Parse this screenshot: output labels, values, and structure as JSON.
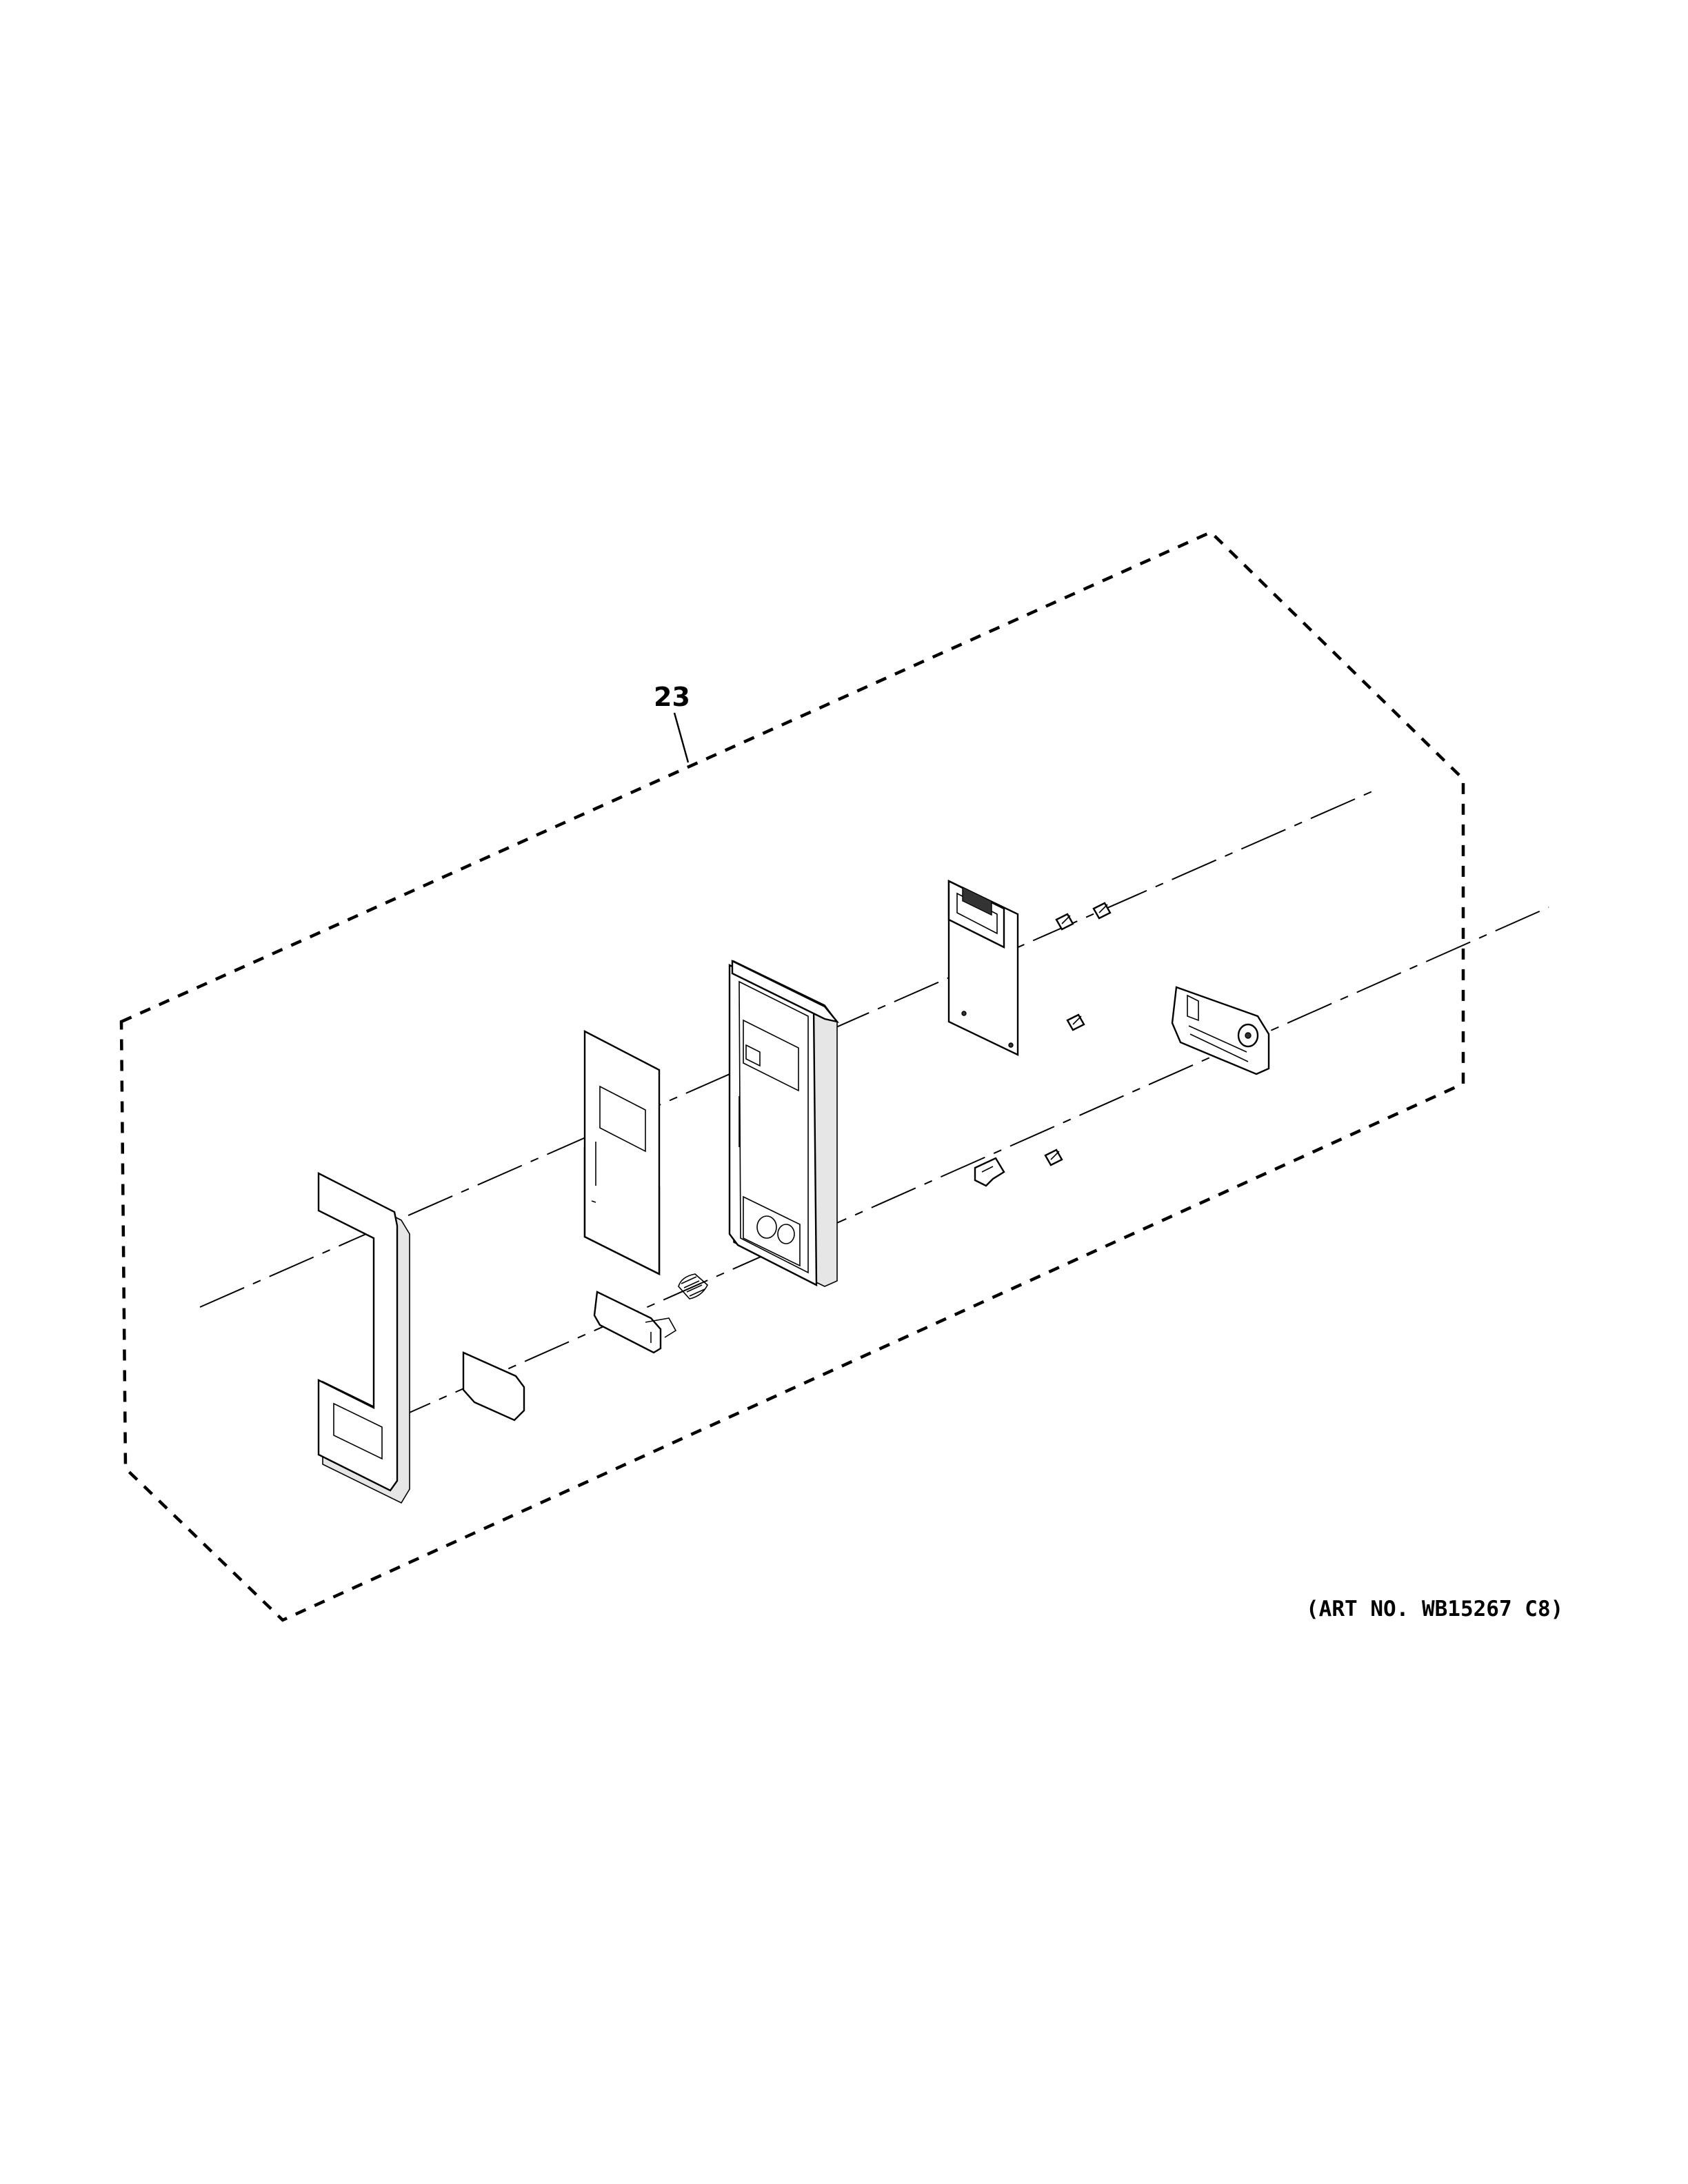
{
  "diagram": {
    "callouts": [
      {
        "id": "23",
        "label": "23"
      }
    ],
    "art_number": "(ART NO. WB15267 C8)"
  }
}
